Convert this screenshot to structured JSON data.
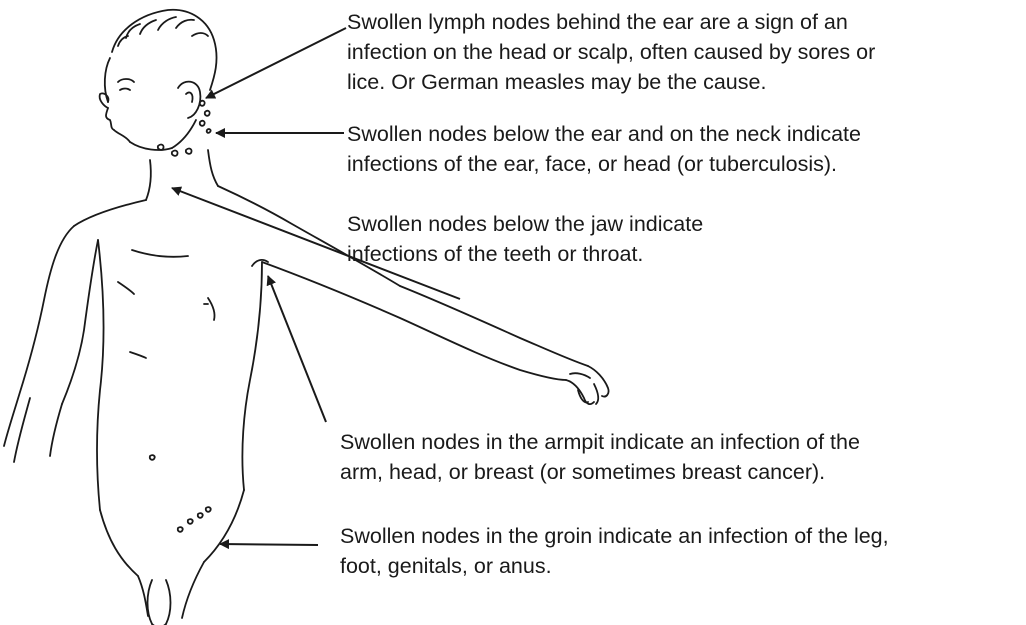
{
  "annotations": {
    "behind_ear": "Swollen lymph nodes behind the ear are a sign of an\ninfection on the head or scalp, often caused by sores or\nlice. Or German measles may be the cause.",
    "below_ear_neck": "Swollen nodes below the ear and on the neck indicate\ninfections of the ear, face, or head (or tuberculosis).",
    "below_jaw": "Swollen nodes below the jaw indicate\n            infections of the teeth or throat.",
    "armpit": "Swollen nodes in the armpit indicate an infection of the\narm, head, or breast (or sometimes breast cancer).",
    "groin": "Swollen nodes in the groin indicate an infection of the leg,\nfoot, genitals, or anus."
  },
  "colors": {
    "ink": "#1a1a1a",
    "background": "#ffffff"
  },
  "icons": {
    "figure": "human-body-line-drawing"
  }
}
